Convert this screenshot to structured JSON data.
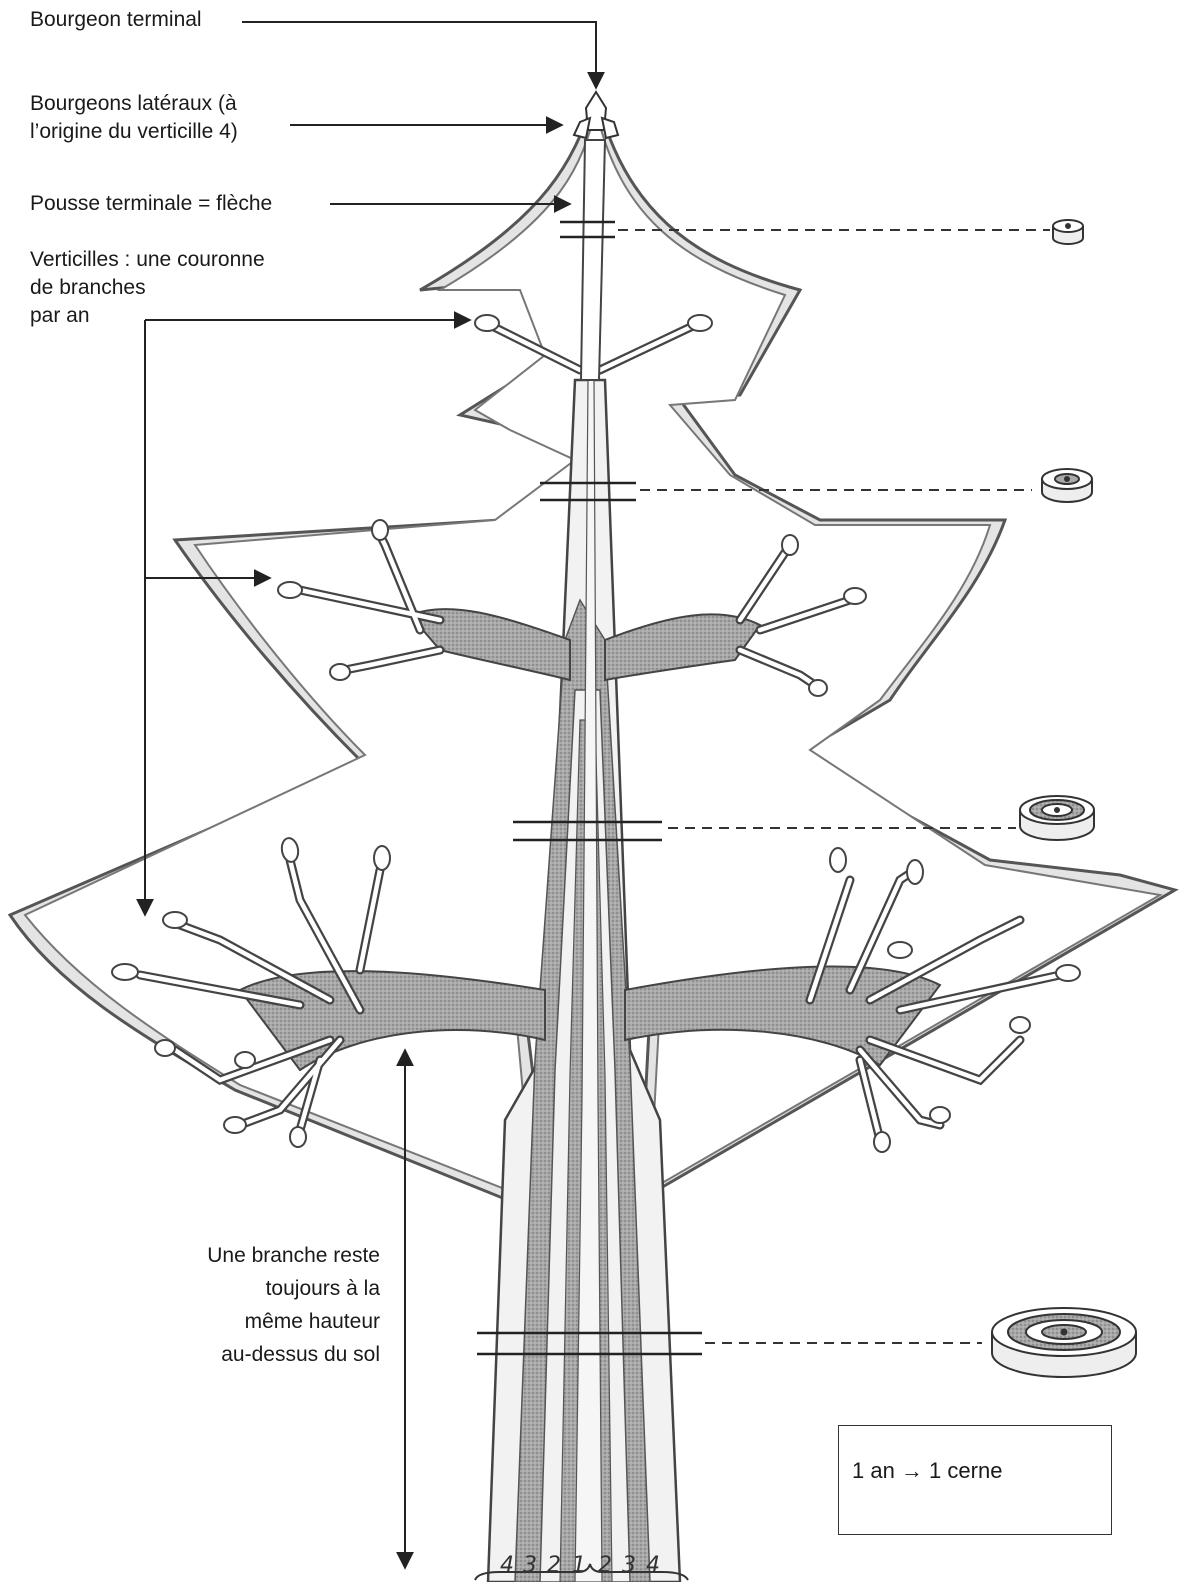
{
  "labels": {
    "terminal_bud": "Bourgeon terminal",
    "lateral_buds_1": "Bourgeons latéraux (à",
    "lateral_buds_2": "l’origine du verticille 4)",
    "terminal_shoot": "Pousse terminale = flèche",
    "whorls_1": "Verticilles : une couronne",
    "whorls_2": "de branches",
    "whorls_3": "par an",
    "branch_1": "Une branche reste",
    "branch_2": "toujours à la",
    "branch_3": "même hauteur",
    "branch_4": "au-dessus du sol",
    "legend": "1 an → 1 cerne"
  },
  "ring_numbers": [
    "4",
    "3",
    "2",
    "1",
    "2",
    "3",
    "4"
  ],
  "section_ring_counts": [
    1,
    2,
    3,
    4
  ],
  "colors": {
    "ink": "#333333",
    "wood_fill": "#9a9a9a",
    "outline_fill": "#e2e2e2",
    "paper": "#ffffff"
  }
}
